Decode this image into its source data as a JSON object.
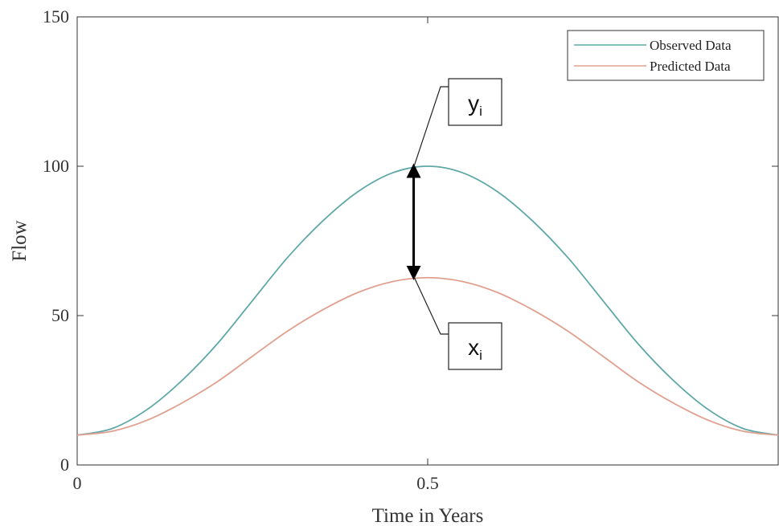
{
  "chart_data": {
    "type": "line",
    "title": "",
    "xlabel": "Time in Years",
    "ylabel": "Flow",
    "xlim": [
      0,
      1
    ],
    "ylim": [
      0,
      150
    ],
    "x_ticks": [
      0,
      0.5
    ],
    "x_tick_labels": [
      "0",
      "0.5"
    ],
    "y_ticks": [
      0,
      50,
      100,
      150
    ],
    "y_tick_labels": [
      "0",
      "50",
      "100",
      "150"
    ],
    "grid": false,
    "legend_position": "top-right",
    "x": [
      0,
      0.05,
      0.1,
      0.15,
      0.2,
      0.25,
      0.3,
      0.35,
      0.4,
      0.45,
      0.5,
      0.55,
      0.6,
      0.65,
      0.7,
      0.75,
      0.8,
      0.85,
      0.9,
      0.95,
      1
    ],
    "series": [
      {
        "name": "Observed Data",
        "color": "#5fa8a8",
        "values": [
          10,
          12.2,
          18.6,
          28.4,
          40.6,
          55,
          69.4,
          81.6,
          91.4,
          97.8,
          100,
          97.8,
          91.4,
          81.6,
          69.4,
          55,
          40.6,
          28.4,
          18.6,
          12.2,
          10
        ]
      },
      {
        "name": "Predicted Data",
        "color": "#e0a090",
        "values": [
          10,
          11.3,
          15,
          20.8,
          27.9,
          36.4,
          44.8,
          51.9,
          57.7,
          61.4,
          62.7,
          61.4,
          57.7,
          51.9,
          44.8,
          36.4,
          27.9,
          20.8,
          15,
          11.3,
          10
        ]
      }
    ],
    "annotations": [
      {
        "id": "y",
        "base": "y",
        "sub": "i"
      },
      {
        "id": "x",
        "base": "x",
        "sub": "i"
      }
    ],
    "arrow": {
      "x": 0.48,
      "from": 63.2,
      "to": 99.6
    }
  }
}
